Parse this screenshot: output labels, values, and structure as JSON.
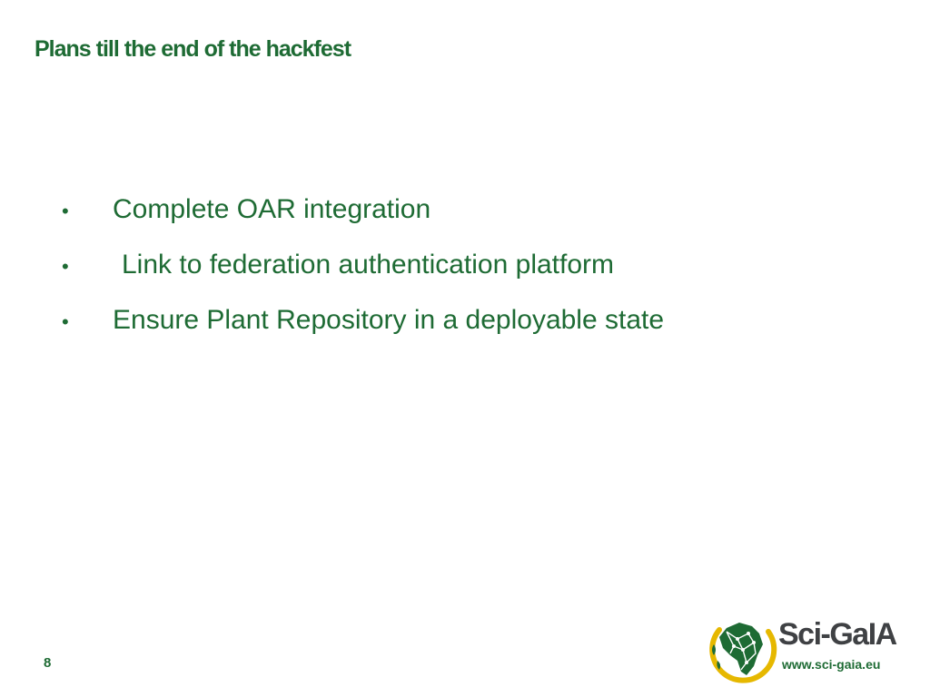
{
  "slide": {
    "title": "Plans till the end of the hackfest",
    "bullets": [
      {
        "marker": "•",
        "text": "Complete OAR integration"
      },
      {
        "marker": "•",
        "text": "Link to federation authentication platform"
      },
      {
        "marker": "•",
        "text": "Ensure Plant Repository in a deployable state"
      }
    ],
    "page_number": "8"
  },
  "logo": {
    "name": "Sci-GaIA",
    "url": "www.sci-gaia.eu"
  },
  "colors": {
    "accent_green": "#1e6b34",
    "logo_yellow": "#e6b800",
    "logo_dark": "#3f4144"
  }
}
